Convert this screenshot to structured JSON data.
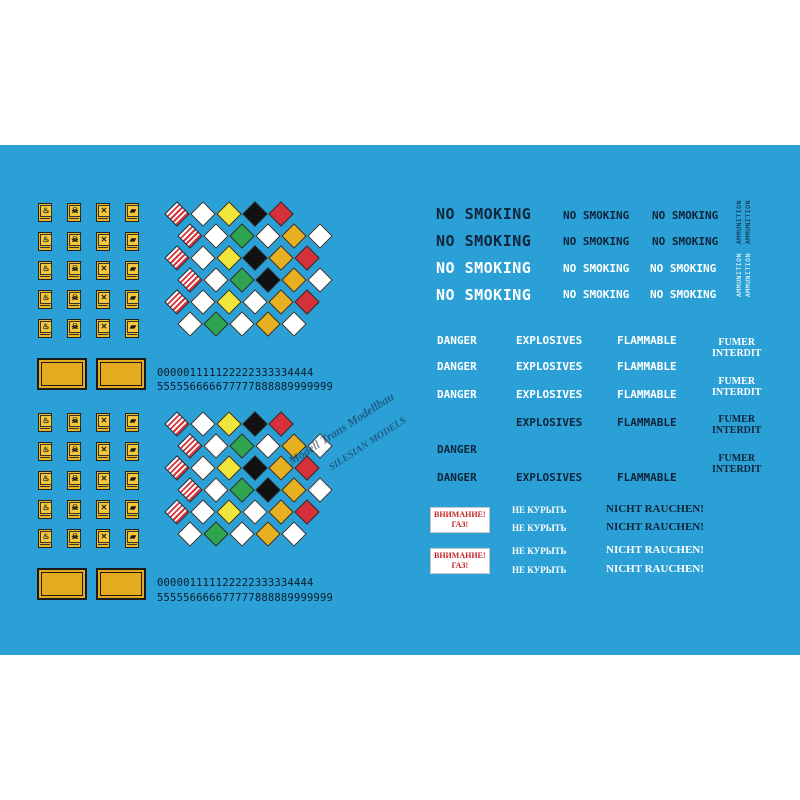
{
  "colors": {
    "sheet": "#2aa0d6",
    "dark_text": "#10243a",
    "light_text": "#ffffff",
    "hazard_orange": "#e9b828",
    "red": "#c4252b"
  },
  "no_smoking": {
    "big": [
      "NO SMOKING",
      "NO SMOKING",
      "NO SMOKING",
      "NO SMOKING"
    ],
    "col2": [
      "NO SMOKING",
      "NO SMOKING",
      "NO SMOKING",
      "NO SMOKING"
    ],
    "col3": [
      "NO SMOKING",
      "NO SMOKING",
      "NO SMOKING",
      "NO SMOKING"
    ]
  },
  "ammunition": [
    "AMMUNITION",
    "AMMUNITION",
    "AMMUNITION",
    "AMMUNITION"
  ],
  "warnings": {
    "danger": [
      "DANGER",
      "DANGER",
      "DANGER",
      "DANGER",
      "DANGER"
    ],
    "explosives": [
      "EXPLOSIVES",
      "EXPLOSIVES",
      "EXPLOSIVES",
      "EXPLOSIVES",
      "EXPLOSIVES"
    ],
    "flammable": [
      "FLAMMABLE",
      "FLAMMABLE",
      "FLAMMABLE",
      "FLAMMABLE",
      "FLAMMABLE"
    ],
    "fumer": [
      {
        "l1": "FUMER",
        "l2": "INTERDIT"
      },
      {
        "l1": "FUMER",
        "l2": "INTERDIT"
      },
      {
        "l1": "FUMER",
        "l2": "INTERDIT"
      },
      {
        "l1": "FUMER",
        "l2": "INTERDIT"
      }
    ]
  },
  "russian": {
    "vnimanie": [
      {
        "l1": "ВНИМАНИЕ!",
        "l2": "ГАЗ!"
      },
      {
        "l1": "ВНИМАНИЕ!",
        "l2": "ГАЗ!"
      }
    ],
    "ne_kurit": [
      "НЕ КУРЫТЬ",
      "НЕ КУРЫТЬ",
      "НЕ КУРЫТЬ",
      "НЕ КУРЫТЬ"
    ]
  },
  "nicht_rauchen": [
    "NICHT RAUCHEN!",
    "NICHT RAUCHEN!",
    "NICHT RAUCHEN!",
    "NICHT RAUCHEN!"
  ],
  "digits": {
    "top_row1": "000001111122222333334444",
    "top_row2": "555556666677777888889999999",
    "bot_row1": "000001111122222333334444",
    "bot_row2": "555556666677777888889999999"
  },
  "watermark": {
    "line1": "Modell Trans Modellbau",
    "line2": "SILESIAN MODELS"
  },
  "icons": {
    "hazard_symbols": [
      "flame-icon",
      "skull-icon",
      "cross-icon",
      "corrosive-icon"
    ],
    "diamond_colors": [
      "#ffffff",
      "#2ea44f",
      "#e6b020",
      "#d6303a",
      "#111111",
      "#f1e43a"
    ]
  }
}
